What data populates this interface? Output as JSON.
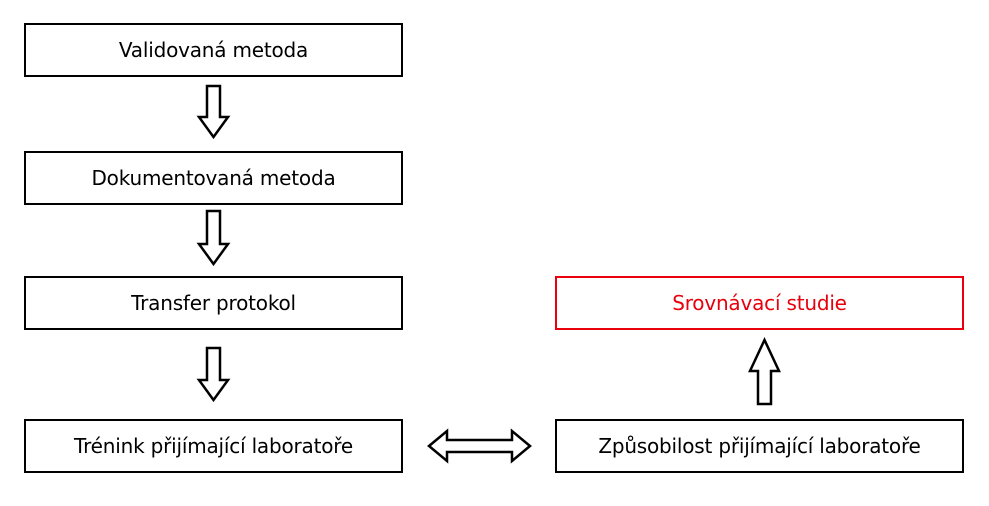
{
  "diagram": {
    "nodes": {
      "validovana": "Validovaná metoda",
      "dokumentovana": "Dokumentovaná metoda",
      "transfer": "Transfer protokol",
      "trenink": "Trénink přijímající laboratoře",
      "srovnavaci": "Srovnávací studie",
      "zpusobilost": "Způsobilost přijímající laboratoře"
    },
    "edges": [
      {
        "from": "validovana",
        "to": "dokumentovana",
        "direction": "down"
      },
      {
        "from": "dokumentovana",
        "to": "transfer",
        "direction": "down"
      },
      {
        "from": "transfer",
        "to": "trenink",
        "direction": "down"
      },
      {
        "from": "trenink",
        "to": "zpusobilost",
        "direction": "bidirectional"
      },
      {
        "from": "zpusobilost",
        "to": "srovnavaci",
        "direction": "up"
      }
    ],
    "colors": {
      "default_border": "#000000",
      "highlight": "#e8000d"
    }
  }
}
